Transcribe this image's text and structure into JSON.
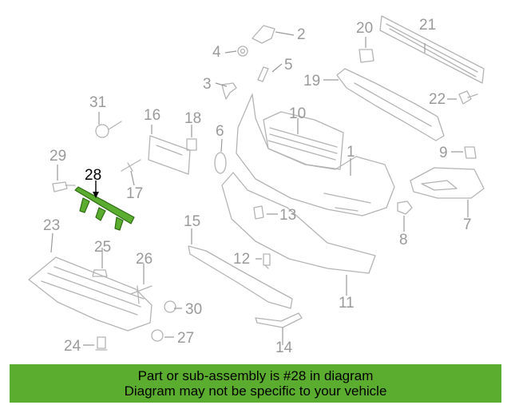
{
  "diagram": {
    "callouts": [
      "1",
      "2",
      "3",
      "4",
      "5",
      "6",
      "7",
      "8",
      "9",
      "10",
      "11",
      "12",
      "13",
      "14",
      "15",
      "16",
      "17",
      "18",
      "19",
      "20",
      "21",
      "22",
      "23",
      "24",
      "25",
      "26",
      "27",
      "28",
      "29",
      "30",
      "31"
    ],
    "highlighted_part": "28",
    "colors": {
      "highlight": "#5aad2e",
      "line": "#b4b4b4",
      "label": "#9a9a9a",
      "active_label": "#000000"
    }
  },
  "banner": {
    "line1": "Part or sub-assembly is #28 in diagram",
    "line2": "Diagram may not be specific to your vehicle"
  }
}
